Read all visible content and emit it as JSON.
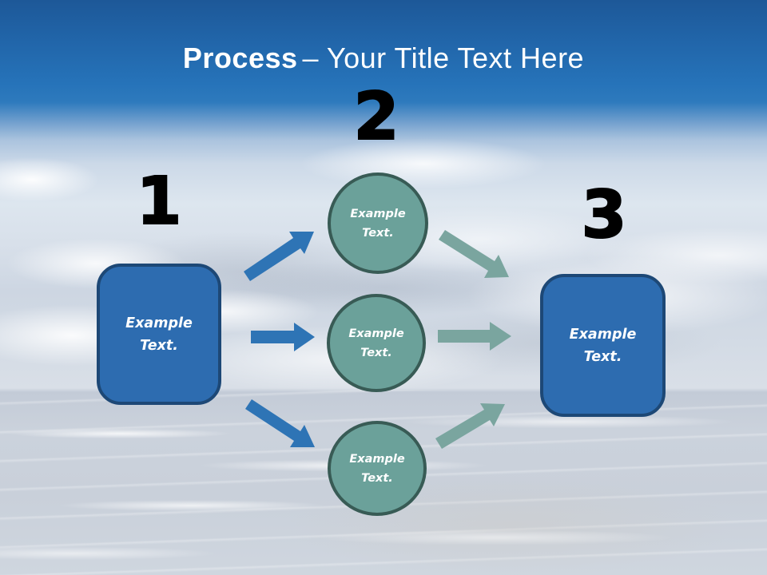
{
  "title": {
    "emphasis": "Process",
    "rest": "– Your Title Text Here"
  },
  "steps": [
    {
      "number": "1"
    },
    {
      "number": "2"
    },
    {
      "number": "3"
    }
  ],
  "start_box": {
    "label": "Example Text."
  },
  "end_box": {
    "label": "Example Text."
  },
  "circles": [
    {
      "label": "Example Text."
    },
    {
      "label": "Example Text."
    },
    {
      "label": "Example Text."
    }
  ],
  "colors": {
    "header_blue": "#2673b9",
    "box_fill": "#2d6cb0",
    "box_border": "#1d4876",
    "circle_fill": "#6ba19a",
    "circle_border": "#385b55",
    "arrow_blue": "#2e74b5",
    "arrow_teal": "#7aa59f",
    "title_color": "#ffffff",
    "number_color": "#000000"
  }
}
